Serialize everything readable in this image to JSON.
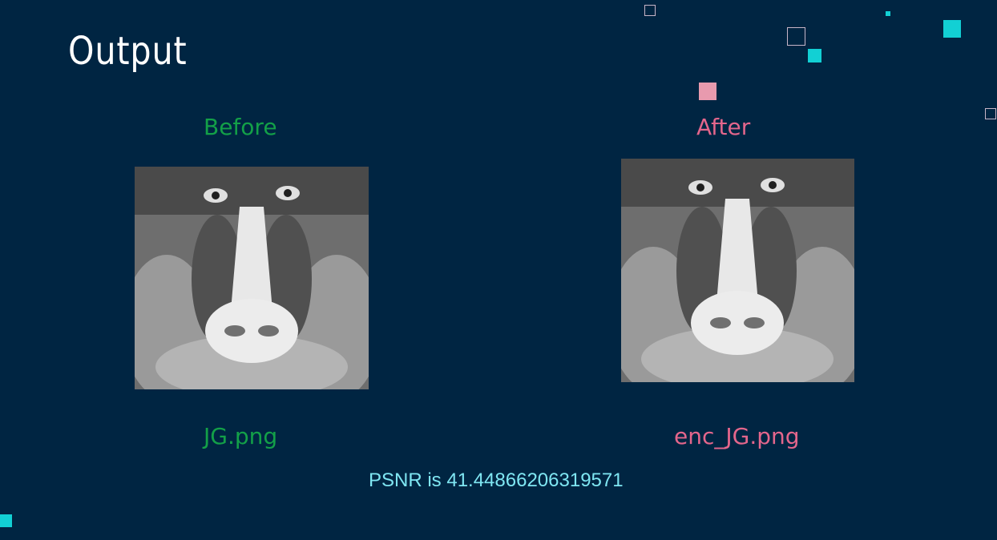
{
  "slide": {
    "title": "Output",
    "before_label": "Before",
    "after_label": "After",
    "before_filename": "JG.png",
    "after_filename": "enc_JG.png",
    "psnr_text": "PSNR is 41.44866206319571"
  },
  "colors": {
    "background": "#002542",
    "before_accent": "#13a048",
    "after_accent": "#e4668c",
    "psnr_text": "#7fe6f2",
    "decor_cyan": "#12d0d4",
    "decor_pink": "#e89aae"
  }
}
